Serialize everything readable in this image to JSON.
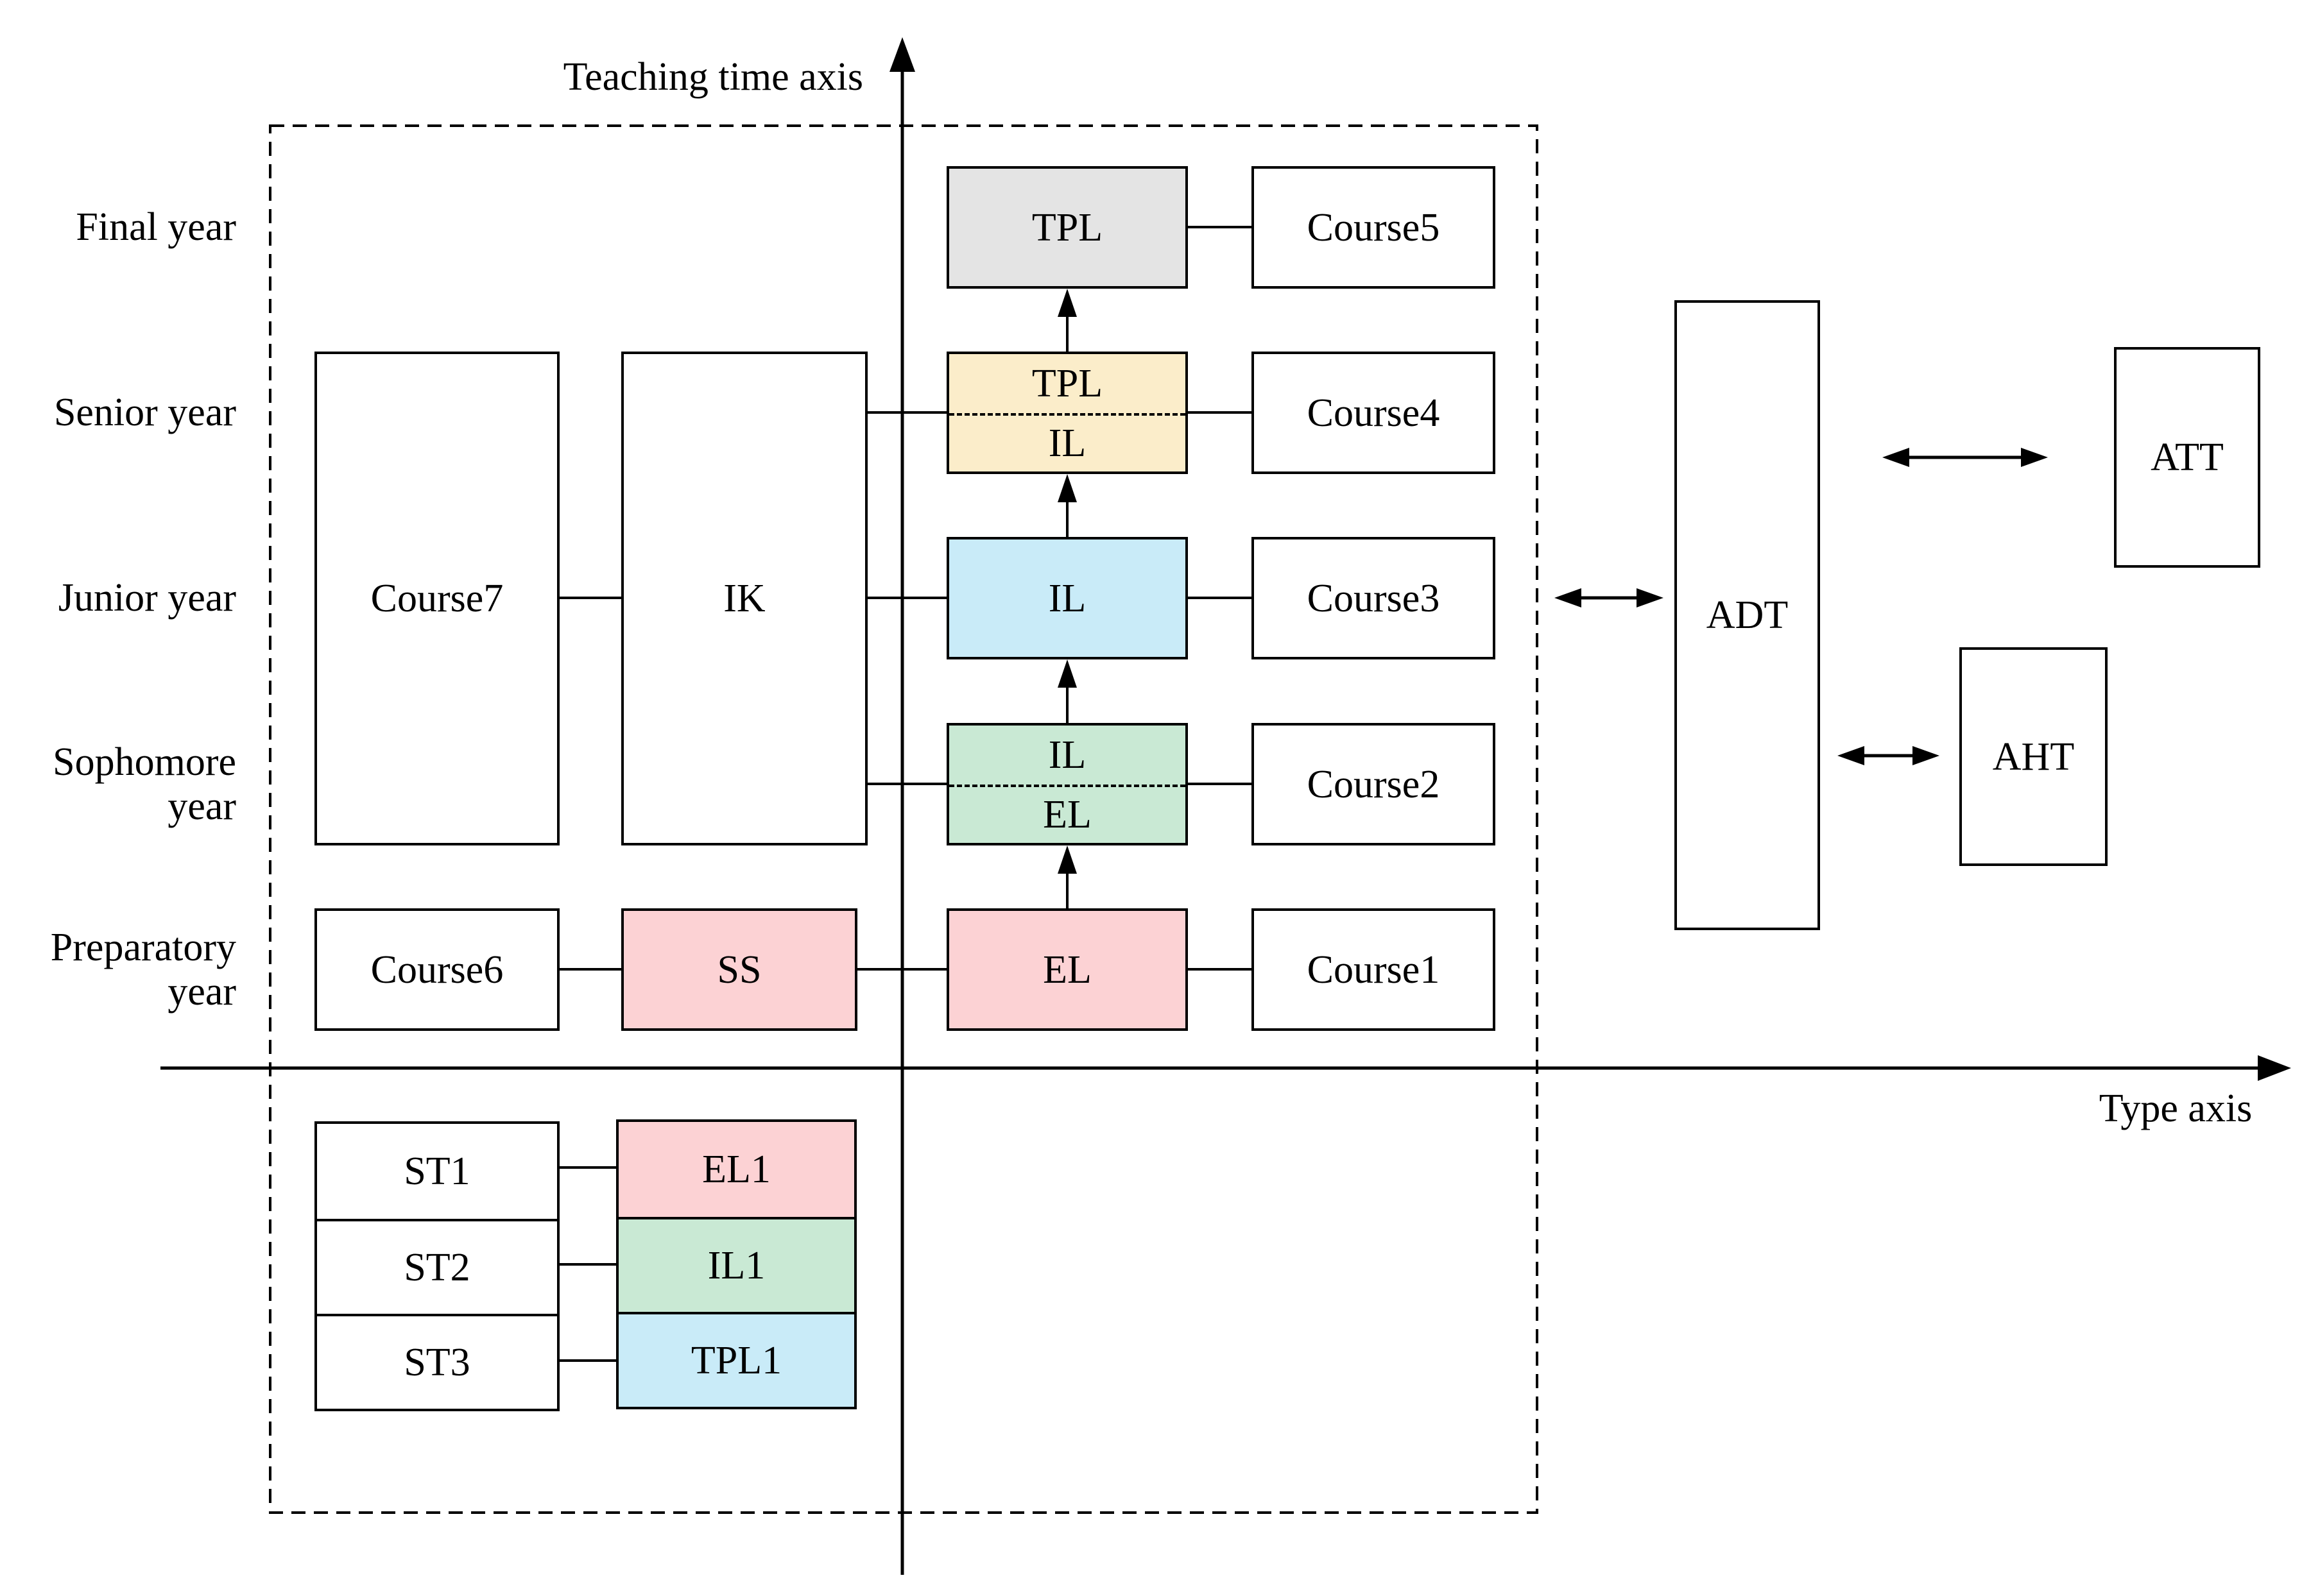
{
  "diagram": {
    "axes": {
      "vertical_label": "Teaching time axis",
      "horizontal_label": "Type axis"
    },
    "year_labels": {
      "final": "Final year",
      "senior": "Senior year",
      "junior": "Junior year",
      "sophomore_line1": "Sophomore",
      "sophomore_line2": "year",
      "preparatory_line1": "Preparatory",
      "preparatory_line2": "year"
    },
    "matrix": {
      "final": {
        "tpl": "TPL",
        "course": "Course5"
      },
      "senior": {
        "top": "TPL",
        "bottom": "IL",
        "course": "Course4"
      },
      "junior": {
        "il": "IL",
        "course": "Course3"
      },
      "sophomore": {
        "top": "IL",
        "bottom": "EL",
        "course": "Course2"
      },
      "preparatory": {
        "course_left": "Course6",
        "ss": "SS",
        "el": "EL",
        "course": "Course1"
      },
      "course7": "Course7",
      "ik": "IK"
    },
    "student_tracks": {
      "st1": "ST1",
      "st2": "ST2",
      "st3": "ST3",
      "el1": "EL1",
      "il1": "IL1",
      "tpl1": "TPL1"
    },
    "teams": {
      "adt": "ADT",
      "att": "ATT",
      "aht": "AHT"
    },
    "colors": {
      "pink": "#fcd2d4",
      "green": "#c9e9d4",
      "blue": "#c9ebf8",
      "yellow": "#fbedca",
      "gray": "#e4e4e4",
      "line": "#000000"
    }
  }
}
